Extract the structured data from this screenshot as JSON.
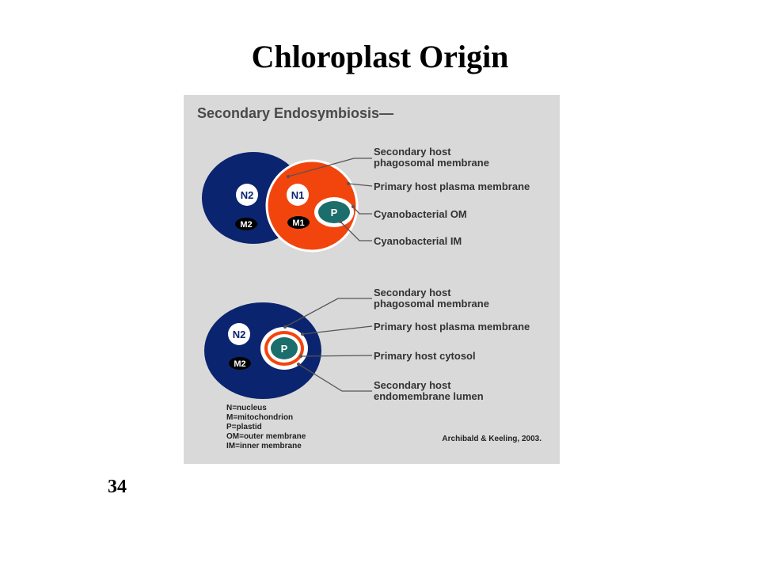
{
  "slide": {
    "title": "Chloroplast Origin",
    "number": "34"
  },
  "figure": {
    "heading": "Secondary Endosymbiosis—",
    "top": {
      "organelles": {
        "n2": "N2",
        "m2": "M2",
        "n1": "N1",
        "m1": "M1",
        "p": "P"
      },
      "labels": [
        {
          "line1": "Secondary host",
          "line2": "phagosomal membrane"
        },
        {
          "line1": "Primary host plasma membrane",
          "line2": ""
        },
        {
          "line1": "Cyanobacterial OM",
          "line2": ""
        },
        {
          "line1": "Cyanobacterial IM",
          "line2": ""
        }
      ]
    },
    "bottom": {
      "organelles": {
        "n2": "N2",
        "m2": "M2",
        "p": "P"
      },
      "labels": [
        {
          "line1": "Secondary host",
          "line2": "phagosomal membrane"
        },
        {
          "line1": "Primary host plasma membrane",
          "line2": ""
        },
        {
          "line1": "Primary host cytosol",
          "line2": ""
        },
        {
          "line1": "Secondary host",
          "line2": "endomembrane lumen"
        }
      ]
    },
    "legend": [
      "N=nucleus",
      "M=mitochondrion",
      "P=plastid",
      "OM=outer membrane",
      "IM=inner membrane"
    ],
    "citation": "Archibald & Keeling, 2003."
  },
  "colors": {
    "host_cell": "#0b2470",
    "primary_host": "#f2450d",
    "plastid": "#1b6e6b",
    "panel_background": "#d9d9d9"
  }
}
